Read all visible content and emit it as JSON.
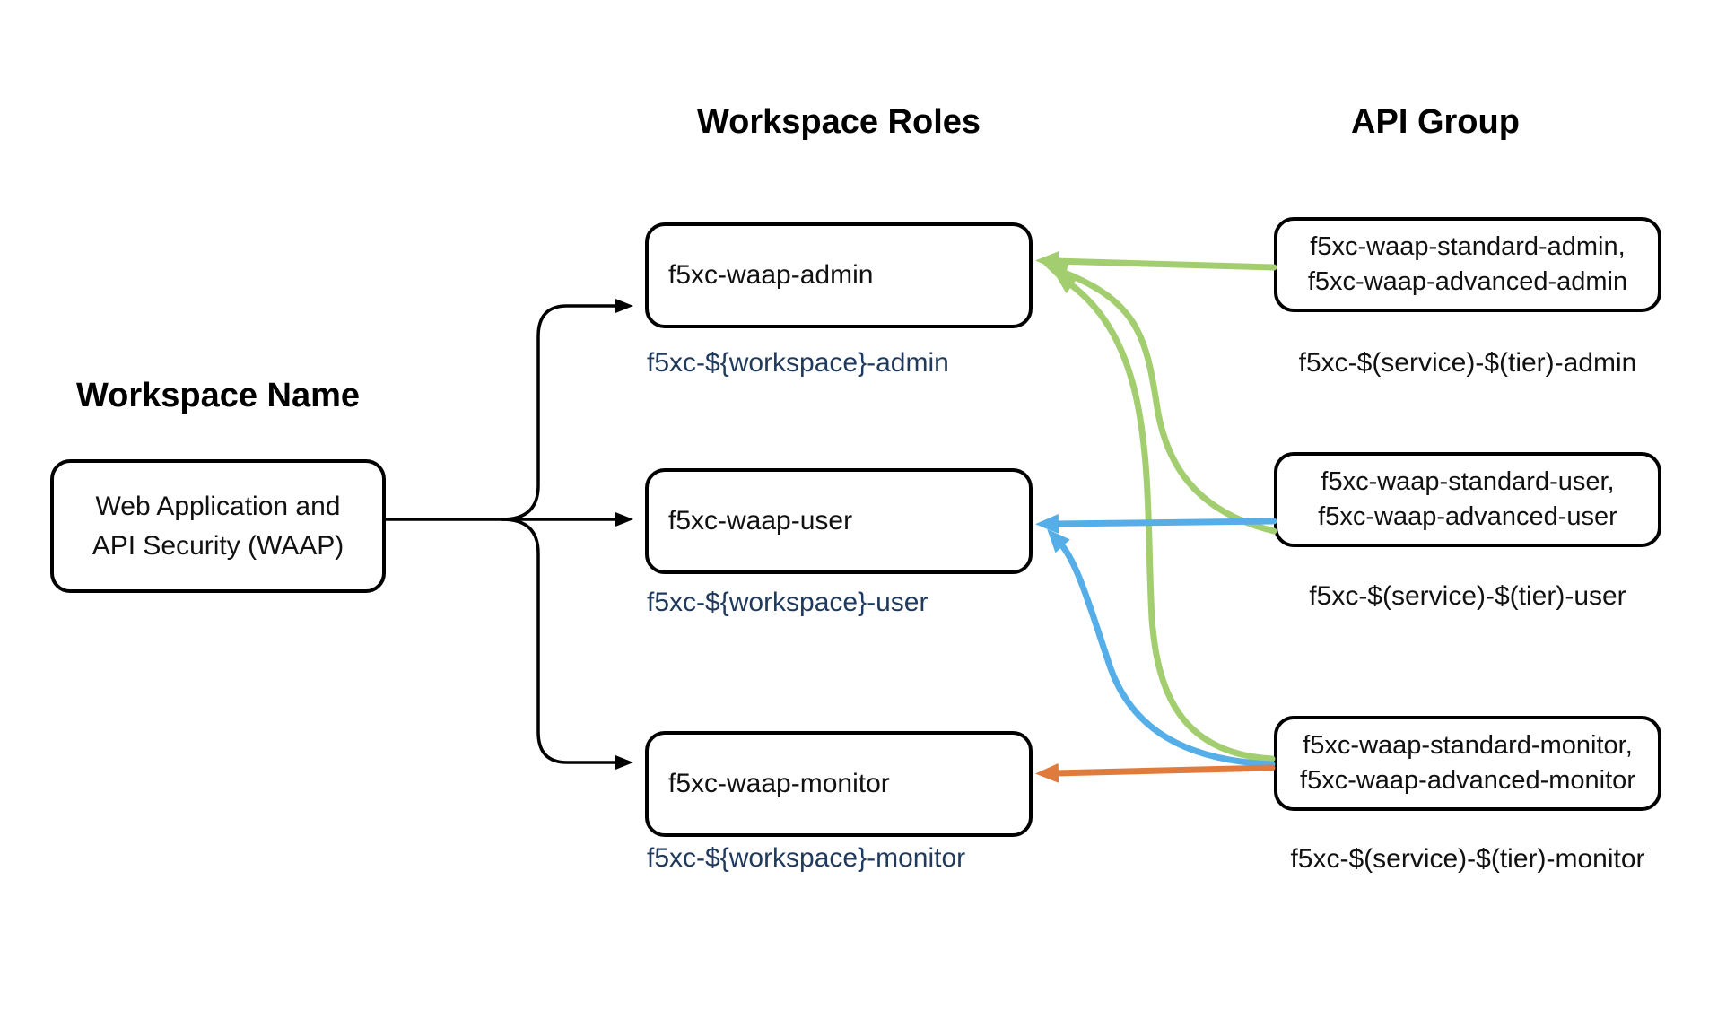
{
  "headers": {
    "workspace_name": "Workspace Name",
    "workspace_roles": "Workspace Roles",
    "api_group": "API Group"
  },
  "workspace_box": {
    "line1": "Web Application and",
    "line2": "API Security (WAAP)"
  },
  "roles": [
    {
      "label": "f5xc-waap-admin",
      "caption": "f5xc-${workspace}-admin"
    },
    {
      "label": "f5xc-waap-user",
      "caption": "f5xc-${workspace}-user"
    },
    {
      "label": "f5xc-waap-monitor",
      "caption": "f5xc-${workspace}-monitor"
    }
  ],
  "api_groups": [
    {
      "line1": "f5xc-waap-standard-admin,",
      "line2": "f5xc-waap-advanced-admin",
      "caption": "f5xc-$(service)-$(tier)-admin"
    },
    {
      "line1": "f5xc-waap-standard-user,",
      "line2": "f5xc-waap-advanced-user",
      "caption": "f5xc-$(service)-$(tier)-user"
    },
    {
      "line1": "f5xc-waap-standard-monitor,",
      "line2": "f5xc-waap-advanced-monitor",
      "caption": "f5xc-$(service)-$(tier)-monitor"
    }
  ],
  "colors": {
    "arrow_green": "#A3CE6F",
    "arrow_blue": "#55AEE8",
    "arrow_orange": "#DF7B3D",
    "arrow_black": "#000000",
    "caption": "#1F3A5C",
    "border": "#000000",
    "background": "#FFFFFF"
  }
}
